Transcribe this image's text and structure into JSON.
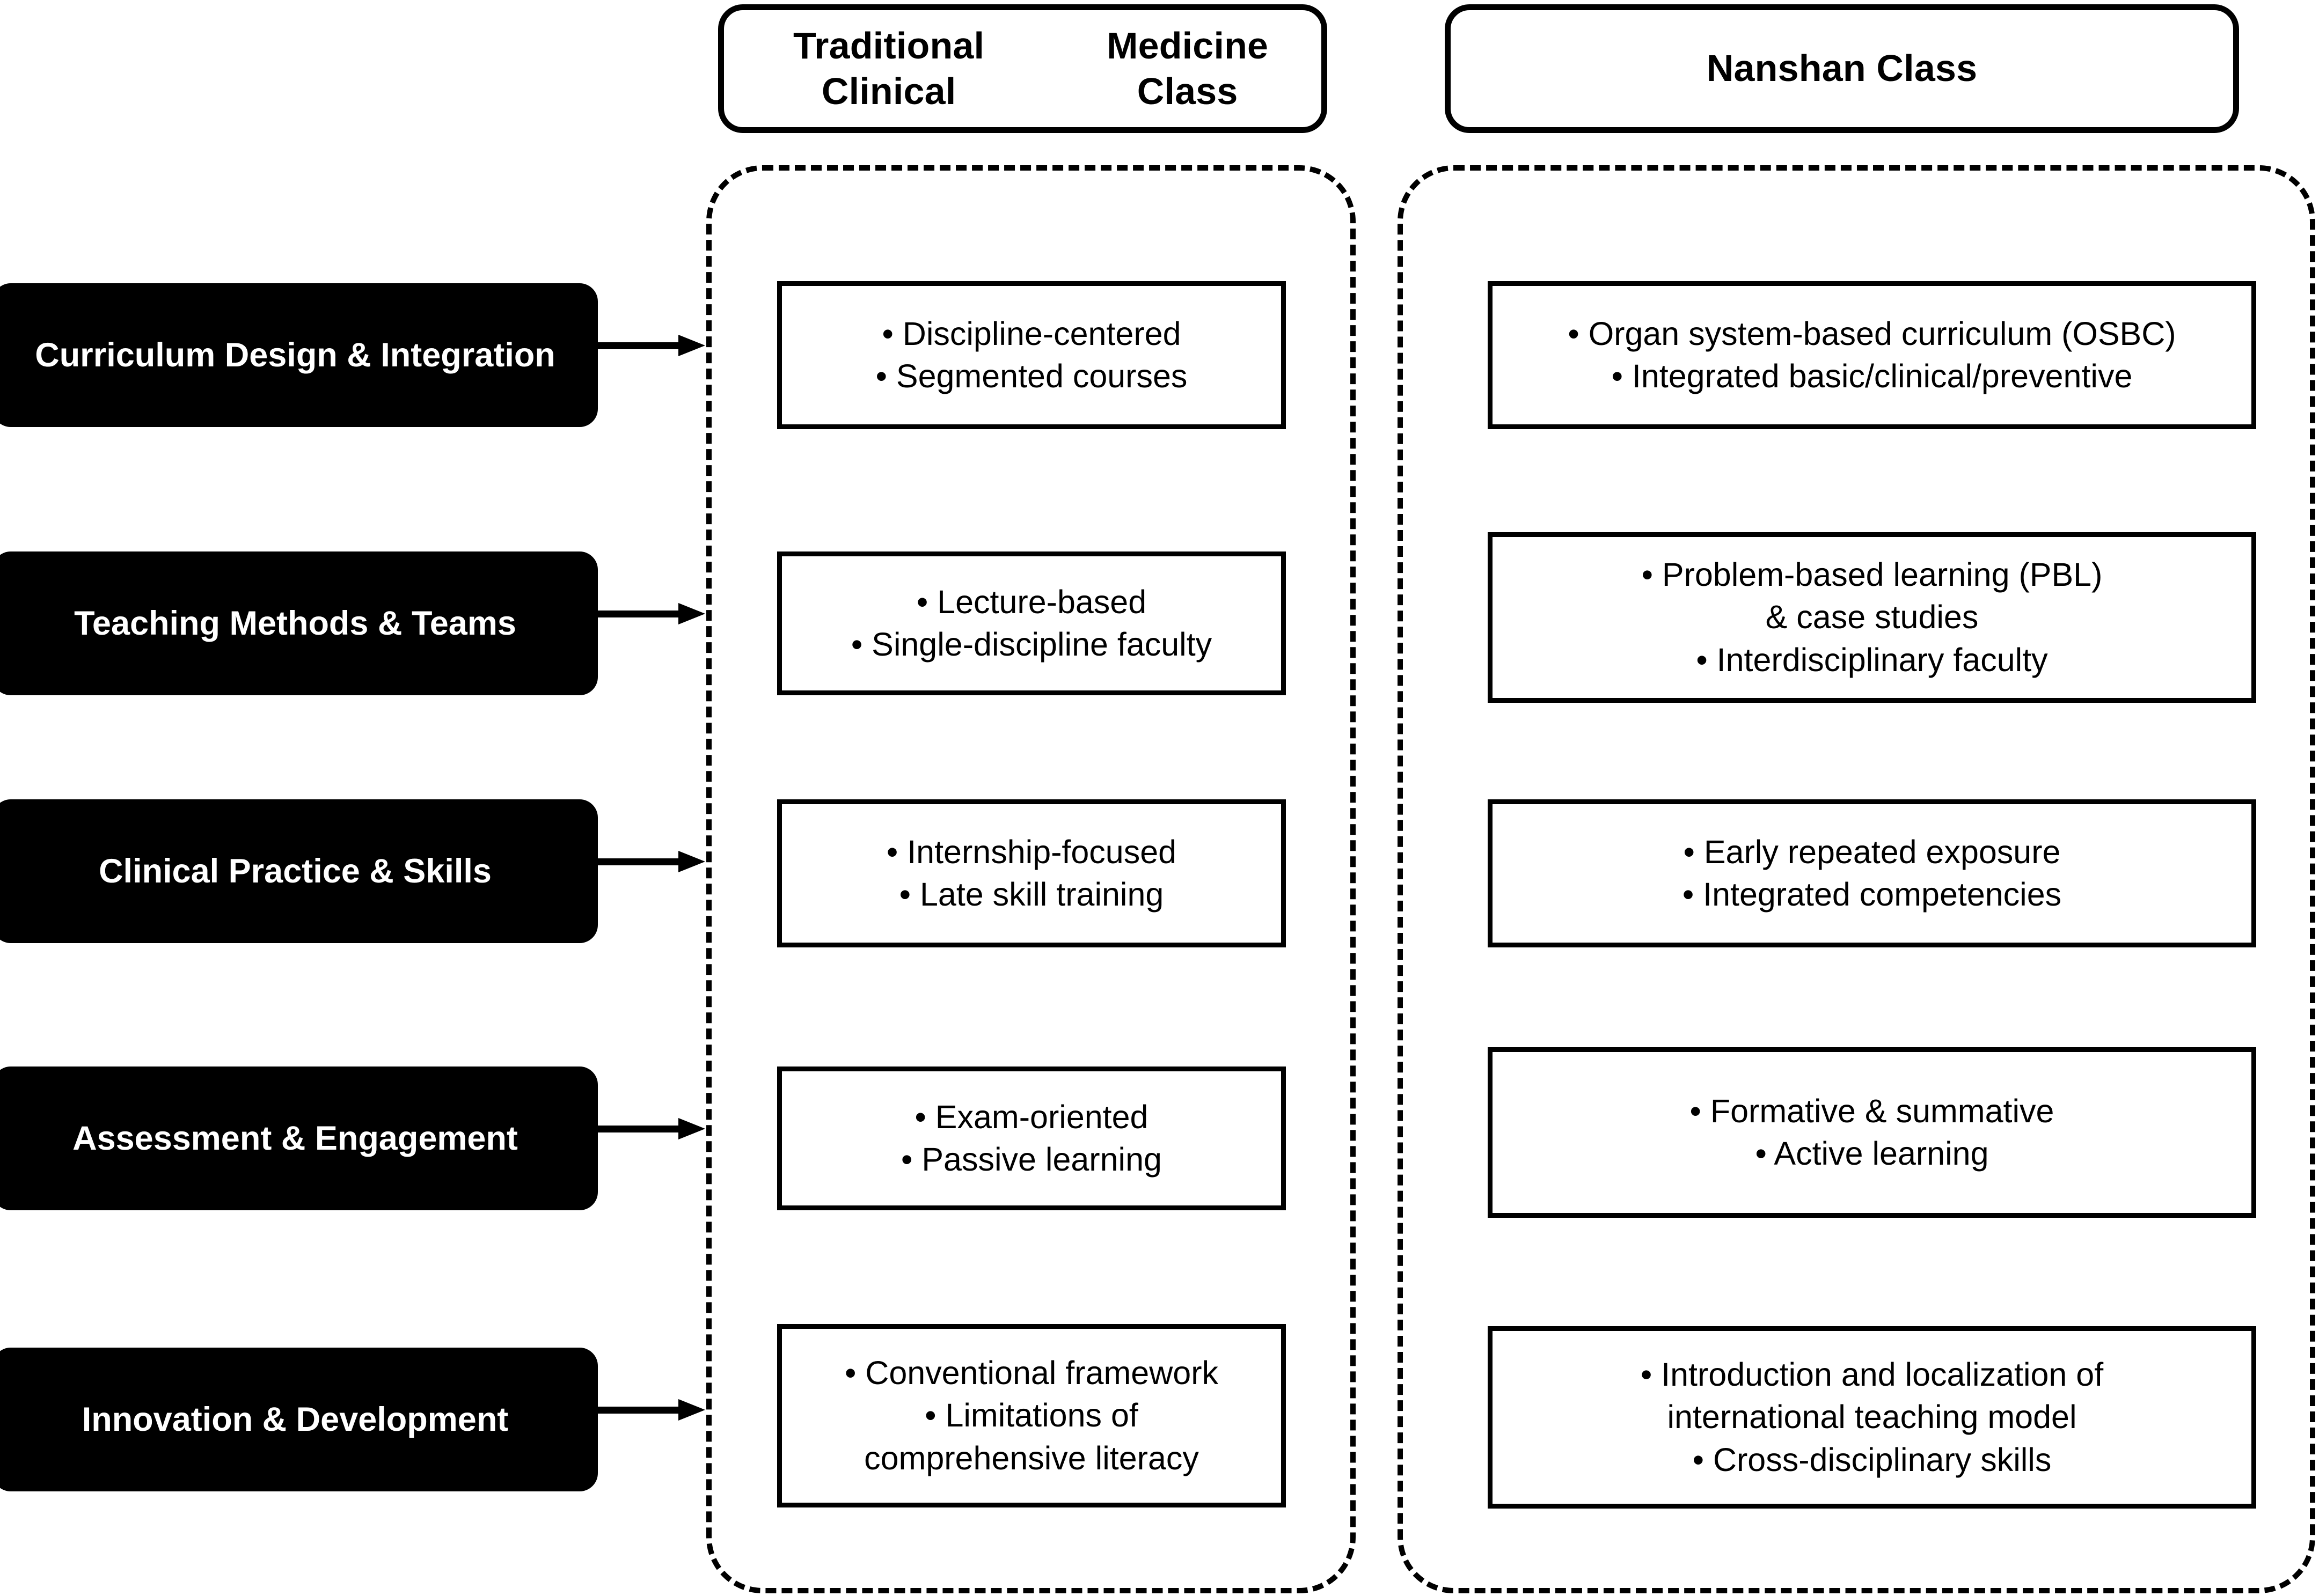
{
  "columns": {
    "traditional": {
      "title": "Traditional Clinical\nMedicine Class"
    },
    "nanshan": {
      "title": "Nanshan Class"
    }
  },
  "colors": {
    "label_background": "#000000",
    "label_text": "#ffffff",
    "box_border": "#000000",
    "page_background": "#ffffff"
  },
  "rows": [
    {
      "category": "Curriculum Design & Integration",
      "traditional": [
        "• Discipline-centered",
        "• Segmented courses"
      ],
      "nanshan": [
        "• Organ system-based curriculum  (OSBC)",
        "• Integrated basic/clinical/preventive"
      ]
    },
    {
      "category": "Teaching Methods & Teams",
      "traditional": [
        "• Lecture-based",
        "• Single-discipline faculty"
      ],
      "nanshan": [
        "• Problem-based learning (PBL)",
        "& case studies",
        "• Interdisciplinary faculty"
      ]
    },
    {
      "category": "Clinical Practice & Skills",
      "traditional": [
        "• Internship-focused",
        "• Late skill training"
      ],
      "nanshan": [
        "• Early repeated exposure",
        "• Integrated competencies"
      ]
    },
    {
      "category": "Assessment & Engagement",
      "traditional": [
        "• Exam-oriented",
        "• Passive learning"
      ],
      "nanshan": [
        "• Formative & summative",
        "• Active learning"
      ]
    },
    {
      "category": "Innovation & Development",
      "traditional": [
        "• Conventional framework",
        "• Limitations of",
        "comprehensive literacy"
      ],
      "nanshan": [
        "• Introduction and localization of",
        "international teaching model",
        "• Cross-disciplinary skills"
      ]
    }
  ]
}
